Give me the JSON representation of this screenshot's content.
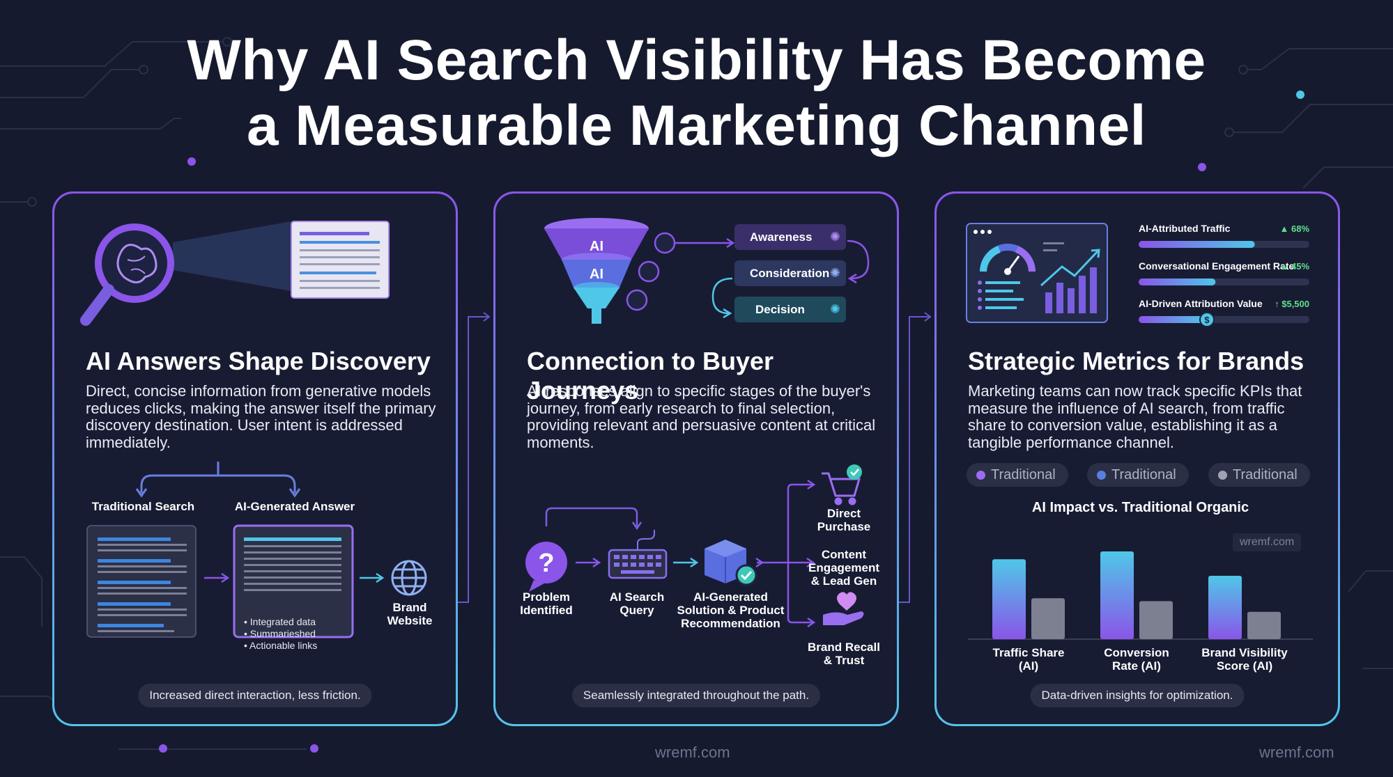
{
  "title": {
    "line1": "Why AI Search Visibility Has Become",
    "line2": "a Measurable Marketing Channel"
  },
  "panels": [
    {
      "title": "AI Answers Shape Discovery",
      "description": "Direct, concise information from generative models reduces clicks, making the answer itself the primary discovery destination. User intent is addressed immediately.",
      "traditional_label": "Traditional Search",
      "ai_label": "AI-Generated Answer",
      "ai_bullets": [
        "Integrated data",
        "Summarieshed",
        "Actionable links"
      ],
      "brand_website_line1": "Brand",
      "brand_website_line2": "Website",
      "footer": "Increased direct interaction, less friction."
    },
    {
      "title": "Connection to Buyer Journeys",
      "description": "AI responses align to specific stages of the buyer's journey, from early research to final selection, providing relevant and persuasive content at critical moments.",
      "funnel_label_top": "AI",
      "funnel_label_mid": "AI",
      "stages": [
        "Awareness",
        "Consideration",
        "Decision"
      ],
      "flow": {
        "problem_line1": "Problem",
        "problem_line2": "Identified",
        "query_line1": "AI Search",
        "query_line2": "Query",
        "solution_line1": "AI-Generated",
        "solution_line2": "Solution & Product",
        "solution_line3": "Recommendation"
      },
      "outcomes": {
        "purchase_line1": "Direct",
        "purchase_line2": "Purchase",
        "content_line1": "Content",
        "content_line2": "Engagement",
        "content_line3": "& Lead Gen",
        "recall_line1": "Brand Recall",
        "recall_line2": "& Trust"
      },
      "footer": "Seamlessly integrated throughout the path."
    },
    {
      "title": "Strategic Metrics for Brands",
      "description": "Marketing teams can now track specific KPIs that measure the influence of AI search, from traffic share to conversion value, establishing it as a tangible performance channel.",
      "metrics": [
        {
          "label": "AI-Attributed Traffic",
          "value": "▲ 68%",
          "fill": 0.68
        },
        {
          "label": "Conversational Engagement Rate",
          "value": "▲ 45%",
          "fill": 0.45
        },
        {
          "label": "AI-Driven Attribution Value",
          "value": "↑ $5,500",
          "fill": 0.4
        }
      ],
      "legend": [
        "Traditional",
        "Traditional",
        "Traditional"
      ],
      "footer": "Data-driven insights for optimization."
    }
  ],
  "colors": {
    "accent_purple": "#8a55e8",
    "accent_cyan": "#4fc7e8",
    "bar_gray": "#8a8c9c",
    "positive_green": "#5fe08a"
  },
  "chart_data": {
    "type": "bar",
    "title": "AI Impact vs. Traditional Organic",
    "categories": [
      "Traffic Share (AI)",
      "Conversion Rate (AI)",
      "Brand Visibility Score (AI)"
    ],
    "category_lines": [
      [
        "Traffic Share",
        "(AI)"
      ],
      [
        "Conversion",
        "Rate (AI)"
      ],
      [
        "Brand Visibility",
        "Score (AI)"
      ]
    ],
    "series": [
      {
        "values": [
          82,
          90,
          65
        ]
      },
      {
        "values": [
          42,
          39,
          28
        ]
      }
    ],
    "ylim": [
      0,
      100
    ],
    "grid": false,
    "watermark": "wremf.com"
  },
  "watermarks": [
    "wremf.com",
    "wremf.com"
  ]
}
